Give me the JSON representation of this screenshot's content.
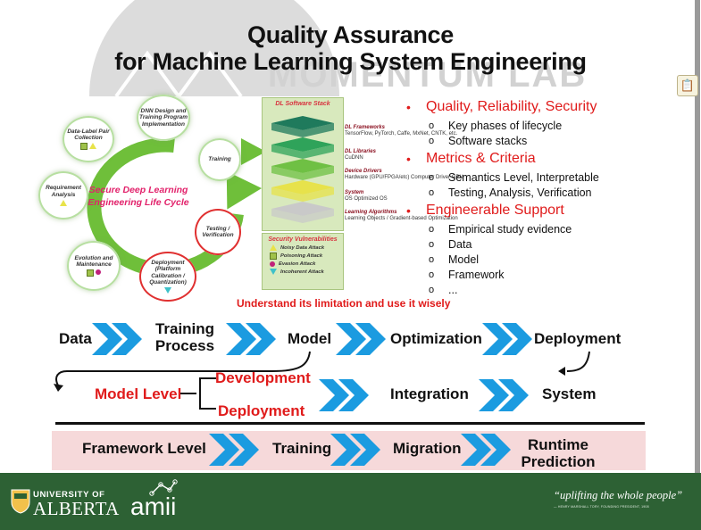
{
  "slide": {
    "title_line1": "Quality Assurance",
    "title_line2": "for Machine Learning System Engineering",
    "lab_watermark": "MOMENTUM LAB"
  },
  "lifecycle": {
    "center_line1": "Secure Deep Learning",
    "center_line2": "Engineering Life Cycle",
    "nodes": {
      "dnn_design": "DNN Design and Training Program Implementation",
      "data_label": "Data-Label Pair Collection",
      "training": "Training",
      "requirement": "Requirement Analysis",
      "testing": "Testing / Verification",
      "evolution": "Evolution and Maintenance",
      "deployment": "Deployment (Platform Calibration / Quantization)"
    }
  },
  "software_stack": {
    "title": "DL Software Stack",
    "items": [
      {
        "name": "DL Frameworks",
        "detail": "TensorFlow, PyTorch, Caffe, MxNet, CNTK, etc."
      },
      {
        "name": "DL Libraries",
        "detail": "CuDNN"
      },
      {
        "name": "Device Drivers",
        "detail": "Hardware (GPU/FPGA/etc) Computer Driver GPU"
      },
      {
        "name": "System",
        "detail": "OS Optimized OS"
      },
      {
        "name": "Learning Algorithms",
        "detail": "Learning Objects / Gradient-based Optimization"
      }
    ],
    "layer_colors": [
      "#1f7a5c",
      "#2fa35a",
      "#6fc044",
      "#e7e24b",
      "#c9c9c9"
    ]
  },
  "vulnerabilities": {
    "title": "Security Vulnerabilities",
    "items": [
      "Noisy Data Attack",
      "Poisoning Attack",
      "Evasion Attack",
      "Incoherent Attack"
    ]
  },
  "bullets": [
    {
      "heading": "Quality, Reliability, Security",
      "sub": [
        "Key phases of lifecycle",
        "Software stacks"
      ]
    },
    {
      "heading": "Metrics & Criteria",
      "sub": [
        "Semantics Level, Interpretable",
        "Testing, Analysis, Verification"
      ]
    },
    {
      "heading": "Engineerable Support",
      "sub": [
        "Empirical study evidence",
        "Data",
        "Model",
        "Framework",
        "..."
      ]
    }
  ],
  "understand_note": "Understand its limitation and use it wisely",
  "flow_row1": {
    "data": "Data",
    "training_process": "Training Process",
    "model": "Model",
    "optimization": "Optimization",
    "deployment": "Deployment"
  },
  "flow_row2": {
    "model_level": "Model Level",
    "development": "Development",
    "deployment": "Deployment",
    "integration": "Integration",
    "system": "System"
  },
  "flow_row3": {
    "framework_level": "Framework Level",
    "training": "Training",
    "migration": "Migration",
    "runtime_prediction": "Runtime Prediction"
  },
  "footer": {
    "university_of": "UNIVERSITY OF",
    "alberta": "ALBERTA",
    "amii": "amii",
    "motto": "“uplifting the whole people”",
    "motto_attrib": "— HENRY MARSHALL TORY, FOUNDING PRESIDENT, 1908"
  },
  "colors": {
    "accent_red": "#e01b1b",
    "chevron_blue": "#1b9be0",
    "footer_green": "#2d6134",
    "cycle_green": "#6fbf3a"
  },
  "icons": {
    "page_icon": "clipboard-icon"
  }
}
